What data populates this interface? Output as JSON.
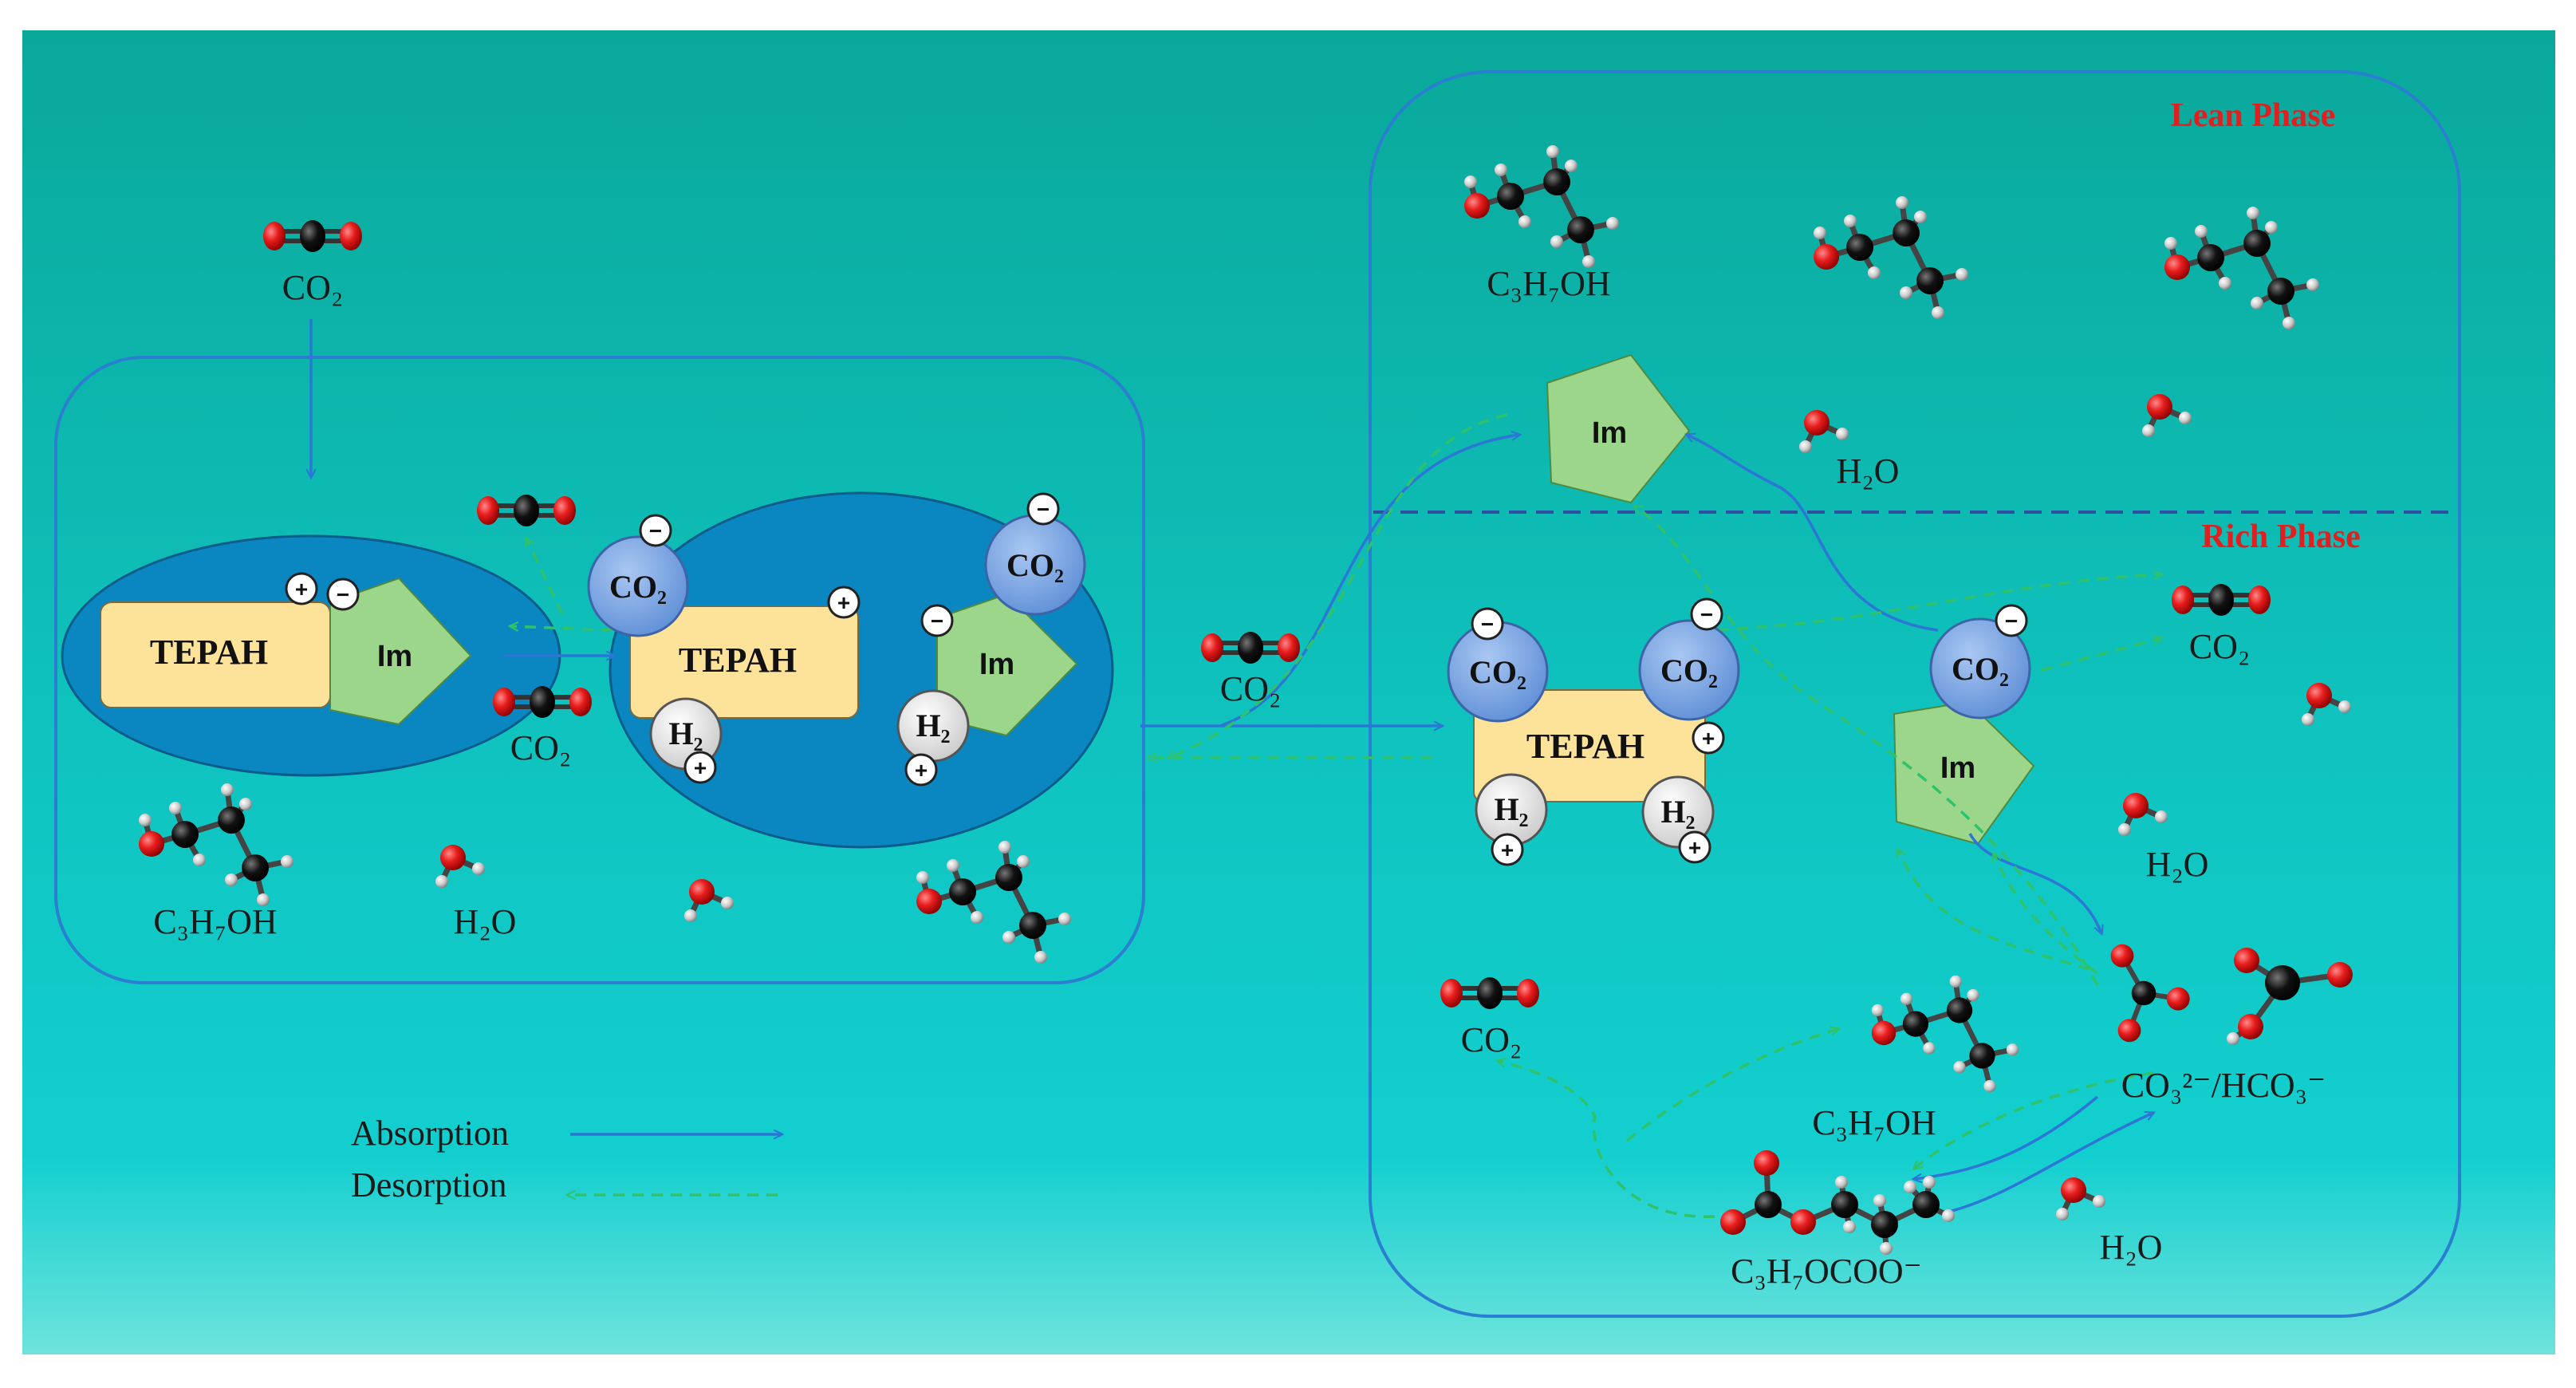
{
  "colors": {
    "background_top": "#0aa89a",
    "background_bottom": "#6ee3dc",
    "container_stroke": "#2a7fd0",
    "cluster_fill": "#0a86c0",
    "tepah_fill": "#fde39a",
    "im_fill": "#9bd68a",
    "co2_circle": "#7aa8e6",
    "h2_circle": "#e6e6e6",
    "absorption": "#2a77d6",
    "desorption": "#2ec26a",
    "phase_label": "#e02020",
    "carbon": "#111111",
    "oxygen": "#e81d1d",
    "hydrogen": "#c8c8c8"
  },
  "phases": {
    "lean": "Lean Phase",
    "rich": "Rich Phase"
  },
  "molecules": {
    "tepah": "TEPAH",
    "im": "Im",
    "co2": "CO₂",
    "h2": "H₂",
    "propanol": "C₃H₇OH",
    "water": "H₂O",
    "carbonate": "CO₃²⁻/HCO₃⁻",
    "propyl_carbonate": "C₃H₇OCOO⁻"
  },
  "charges": {
    "plus": "+",
    "minus": "−"
  },
  "legend": {
    "absorption": "Absorption",
    "desorption": "Desorption"
  }
}
